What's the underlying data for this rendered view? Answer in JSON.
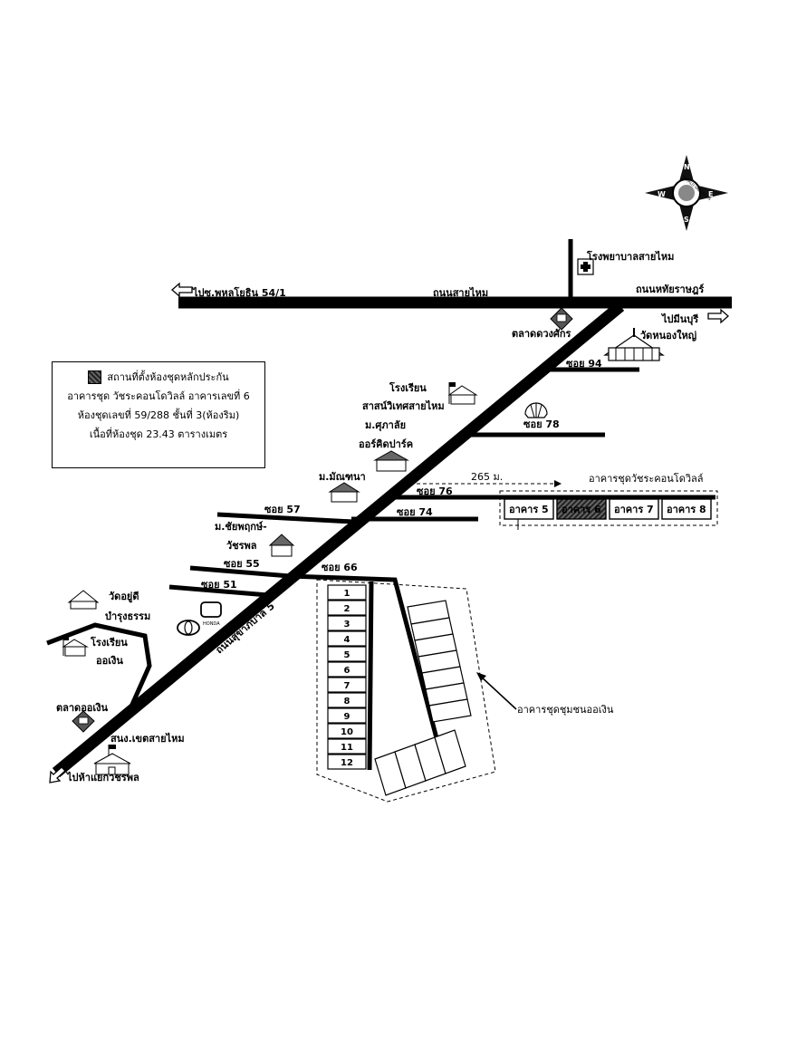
{
  "roads": {
    "top_road": "ถนนสายไหม",
    "top_road_right": "ถนนหทัยราษฎร์",
    "to_phahon": "ไปซ.พหลโยธิน 54/1",
    "to_minburi": "ไปมีนบุรี",
    "main_road": "ถนนสุขาภิบาล 5",
    "to_intersection": "ไปห้าแยกวัชรพล",
    "soi_94": "ซอย 94",
    "soi_78": "ซอย 78",
    "soi_76": "ซอย 76",
    "soi_74": "ซอย 74",
    "soi_57": "ซอย 57",
    "soi_55": "ซอย 55",
    "soi_51": "ซอย 51",
    "soi_66": "ซอย 66"
  },
  "places": {
    "hospital": "โรงพยาบาลสายไหม",
    "market_duangsakorn": "ตลาดดวงศักร",
    "wat_nongyai": "วัดหนองใหญ่",
    "school_line1": "โรงเรียน",
    "school_line2": "สาสน์วิเทศสายไหม",
    "village_supalai_line1": "ม.ศุภาลัย",
    "village_supalai_line2": "ออร์คิดปาร์ค",
    "village_manthana": "ม.มัณฑนา",
    "village_chaiyaphruek_line1": "ม.ชัยพฤกษ์-",
    "village_chaiyaphruek_line2": "วัชรพล",
    "wat_yudee_line1": "วัดอยู่ดี",
    "wat_yudee_line2": "บำรุงธรรม",
    "school_ongoen_line1": "โรงเรียน",
    "school_ongoen_line2": "ออเงิน",
    "market_ongoen": "ตลาดออเงิน",
    "district_office": "สนง.เขตสายไหม",
    "honda_label": "HONDA"
  },
  "condo": {
    "title": "อาคารชุดวัชระคอนโดวิลล์",
    "distance": "265 ม.",
    "buildings": [
      "อาคาร 5",
      "อาคาร 6",
      "อาคาร 7",
      "อาคาร 8"
    ],
    "highlight_index": 1
  },
  "community_condo": {
    "label": "อาคารชุดชุมชนออเงิน",
    "units": [
      "1",
      "2",
      "3",
      "4",
      "5",
      "6",
      "7",
      "8",
      "9",
      "10",
      "11",
      "12"
    ]
  },
  "legend": {
    "line1": "สถานที่ตั้งห้องชุดหลักประกัน",
    "line2": "อาคารชุด วัชระคอนโดวิลล์ อาคารเลขที่ 6",
    "line3": "ห้องชุดเลขที่ 59/288 ชั้นที่ 3(ห้องริม)",
    "line4": "เนื้อที่ห้องชุด  23.43 ตารางเมตร"
  },
  "compass": {
    "n": "N",
    "e": "E",
    "s": "S",
    "w": "W",
    "logo": "WORLD VALUATION"
  },
  "colors": {
    "ink": "#000000",
    "paper": "#ffffff",
    "highlight": "#444444"
  }
}
